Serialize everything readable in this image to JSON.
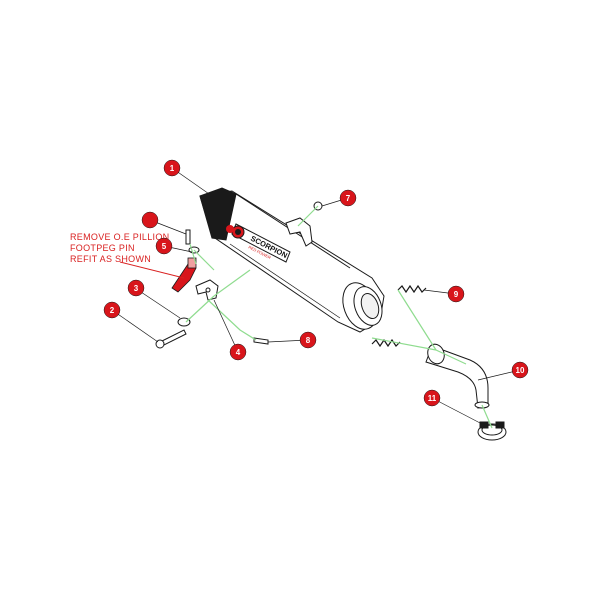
{
  "diagram": {
    "note": {
      "lines": [
        "REMOVE O.E PILLION",
        "FOOTPEG PIN",
        "REFIT AS SHOWN"
      ]
    },
    "brand": {
      "name": "SCORPION",
      "sub": "RED POWER"
    },
    "callouts": [
      "1",
      "",
      "2",
      "3",
      "4",
      "5",
      "7",
      "8",
      "9",
      "10",
      "11"
    ],
    "colors": {
      "callout_fill": "#d8151b",
      "leader_line": "#8fdc8f",
      "note_text": "#d92020",
      "outline": "#1a1a1a"
    }
  }
}
